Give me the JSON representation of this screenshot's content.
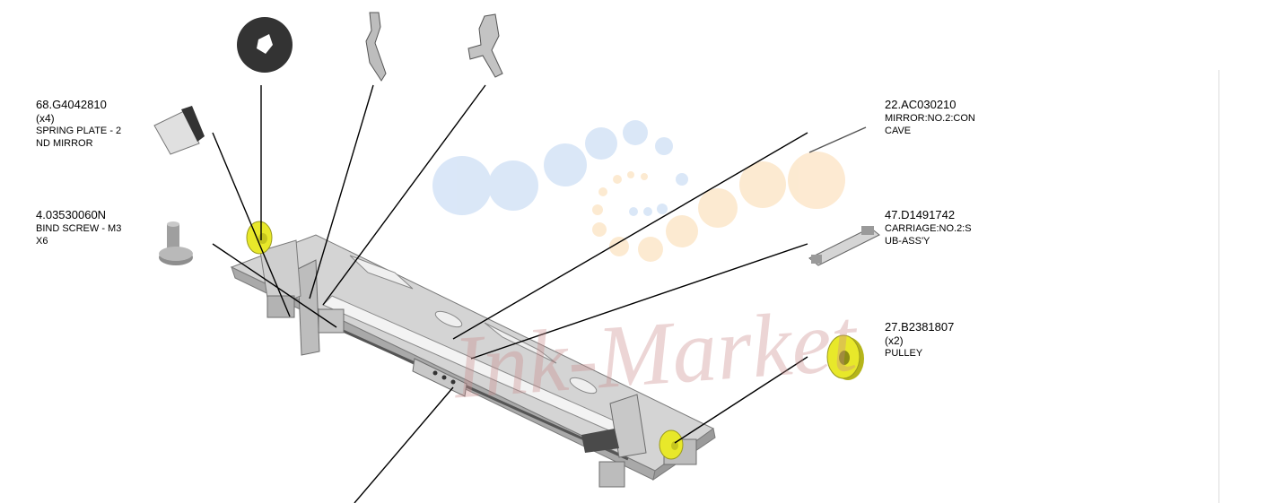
{
  "parts": [
    {
      "id": "spring-plate",
      "part_no": "68.G4042810",
      "qty": "(x4)",
      "desc_lines": [
        "SPRING PLATE - 2",
        "ND MIRROR"
      ]
    },
    {
      "id": "bind-screw",
      "part_no": "4.03530060N",
      "qty": "",
      "desc_lines": [
        "BIND SCREW - M3",
        "X6"
      ]
    },
    {
      "id": "mirror",
      "part_no": "22.AC030210",
      "qty": "",
      "desc_lines": [
        "MIRROR:NO.2:CON",
        "CAVE"
      ]
    },
    {
      "id": "carriage",
      "part_no": "47.D1491742",
      "qty": "",
      "desc_lines": [
        "CARRIAGE:NO.2:S",
        "UB-ASS'Y"
      ]
    },
    {
      "id": "pulley",
      "part_no": "27.B2381807",
      "qty": "(x2)",
      "desc_lines": [
        "PULLEY"
      ]
    }
  ],
  "watermark": {
    "text": "Ink-Market",
    "color": "#c98a8a"
  },
  "colors": {
    "metal": "#c8c8c8",
    "metal_dark": "#8a8a8a",
    "pulley": "#e8e82a",
    "leader": "#000000"
  }
}
